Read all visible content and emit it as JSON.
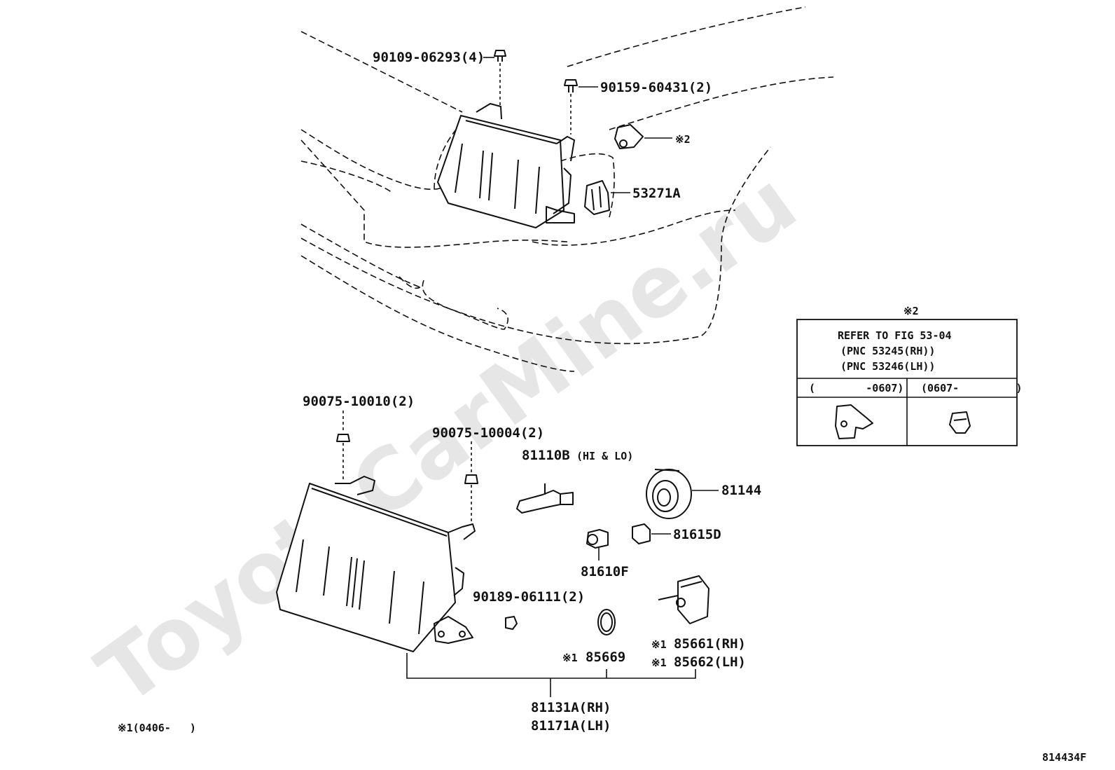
{
  "watermark": "ToyotaCarMine.ru",
  "figure_code": "814434F",
  "top_callouts": {
    "bolt_a": "90109-06293(4)",
    "bolt_b": "90159-60431(2)",
    "ref_mark": "※2",
    "bracket": "53271A"
  },
  "lower_callouts": {
    "screw_a": "90075-10010(2)",
    "screw_b": "90075-10004(2)",
    "bulb_main": "81110B",
    "bulb_main_note": "(HI & LO)",
    "socket_cover": "81144",
    "connector": "81615D",
    "bulb_small": "81610F",
    "nut": "90189-06111(2)",
    "gasket_mark": "※1",
    "gasket": "85669",
    "actuator_mark_rh": "※1",
    "actuator_rh": "85661(RH)",
    "actuator_mark_lh": "※1",
    "actuator_lh": "85662(LH)",
    "assy_rh": "81131A(RH)",
    "assy_lh": "81171A(LH)"
  },
  "footnote": "※1(0406-   )",
  "ref_table": {
    "mark": "※2",
    "line1": "REFER TO FIG 53-04",
    "line2": "(PNC 53245(RH))",
    "line3": "(PNC 53246(LH))",
    "col_left": "(        -0607)",
    "col_right": "(0607-         )"
  }
}
